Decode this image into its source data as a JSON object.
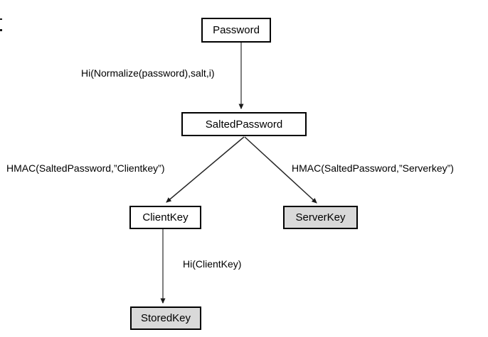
{
  "colors": {
    "background": "#ffffff",
    "box_border": "#000000",
    "box_fill_white": "#ffffff",
    "box_fill_gray": "#d9d9d9",
    "text": "#000000",
    "connector_gray": "#7f7f7f",
    "connector_black": "#262626",
    "arrowhead": "#1a1a1a"
  },
  "diagram": {
    "nodes": [
      {
        "id": "password",
        "label": "Password",
        "variant": "white"
      },
      {
        "id": "salted-password",
        "label": "SaltedPassword",
        "variant": "white"
      },
      {
        "id": "client-key",
        "label": "ClientKey",
        "variant": "white"
      },
      {
        "id": "server-key",
        "label": "ServerKey",
        "variant": "gray"
      },
      {
        "id": "stored-key",
        "label": "StoredKey",
        "variant": "gray"
      }
    ],
    "edges": [
      {
        "from": "Password",
        "to": "SaltedPassword",
        "label": "Hi(Normalize(password),salt,i)"
      },
      {
        "from": "SaltedPassword",
        "to": "ClientKey",
        "label": "HMAC(SaltedPassword,”Clientkey”)"
      },
      {
        "from": "SaltedPassword",
        "to": "ServerKey",
        "label": "HMAC(SaltedPassword,”Serverkey”)"
      },
      {
        "from": "ClientKey",
        "to": "StoredKey",
        "label": "Hi(ClientKey)"
      }
    ]
  }
}
